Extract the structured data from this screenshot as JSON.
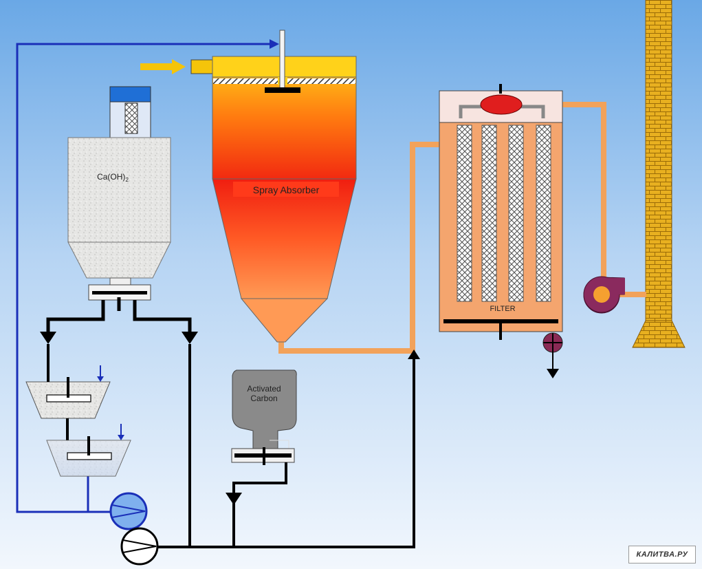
{
  "labels": {
    "silo": "Ca(OH)",
    "silo_subscript": "2",
    "absorber": "Spray Absorber",
    "carbon_line1": "Activated",
    "carbon_line2": "Carbon",
    "filter": "FILTER"
  },
  "watermark": "КАЛИТВА.РУ",
  "colors": {
    "background_top": "#6aa8e6",
    "background_bottom": "#f2f7fd",
    "recycle_line": "#1a2fb8",
    "flue_gas_line": "#f2a25a",
    "process_line": "#000000",
    "inlet_arrow": "#f5c40a",
    "filter_body": "#f4a56e",
    "chimney": "#e8b020",
    "fan": "#7a2a55",
    "damper": "#d41e1e"
  },
  "icons": [
    "pump-icon",
    "fan-icon",
    "valve-icon",
    "arrow-down-icon",
    "arrow-up-icon",
    "arrow-right-icon"
  ]
}
